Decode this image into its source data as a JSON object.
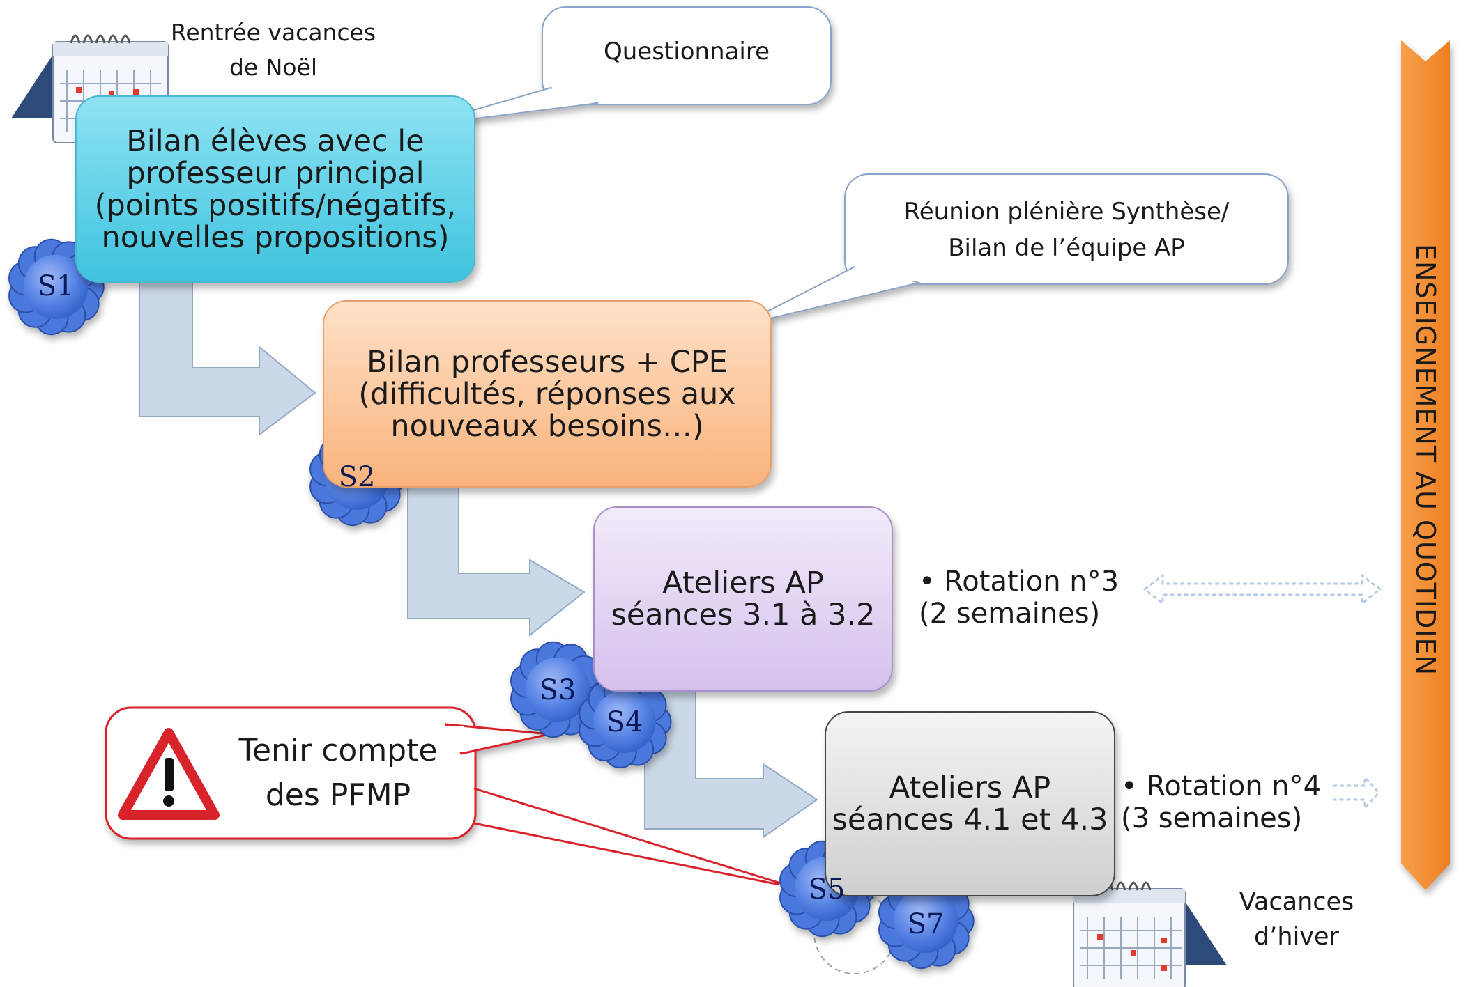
{
  "top_note": "Rentrée vacances\nde Noël",
  "callout_questionnaire": "Questionnaire",
  "callout_synthese": "Réunion plénière Synthèse/\nBilan de l’équipe AP",
  "steps": [
    {
      "text": "Bilan élèves avec le\nprofesseur principal\n(points positifs/négatifs,\nnouvelles propositions)"
    },
    {
      "text": "Bilan professeurs + CPE\n(difficultés, réponses aux\nnouveaux besoins…)"
    },
    {
      "text": "Ateliers AP\nséances 3.1 à 3.2"
    },
    {
      "text": "Ateliers AP\nséances 4.1 et 4.3"
    }
  ],
  "sessions": [
    "S1",
    "S2",
    "S3",
    "S4",
    "S5",
    "S7"
  ],
  "rotations": [
    {
      "text": "• Rotation n°3\n   (2 semaines)"
    },
    {
      "text": "• Rotation n°4\n   (3 semaines)"
    }
  ],
  "warning": "Tenir compte\ndes PFMP",
  "bottom_note": "Vacances\nd’hiver",
  "banner": "ENSEIGNEMENT AU QUOTIDIEN",
  "colors": {
    "step1": "#3ec3df",
    "step2": "#f9b37c",
    "step3": "#d3c1ec",
    "step4": "#cfcfcf",
    "flow_arrow": "#c7d5e6",
    "cloud": "#3f6fd6",
    "warning": "#d9232a",
    "banner": "#f28a2c"
  }
}
